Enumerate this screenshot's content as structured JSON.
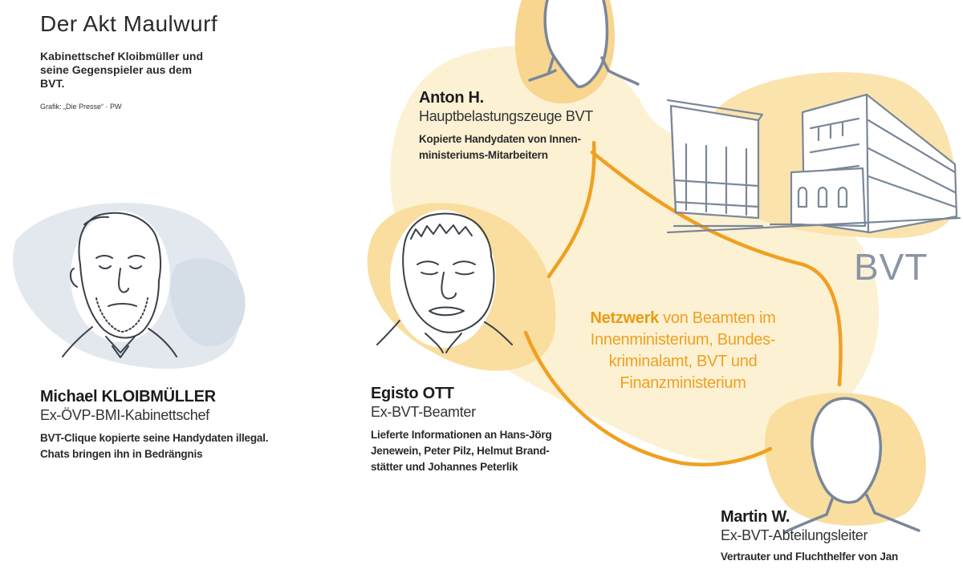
{
  "header": {
    "title": "Der Akt Maulwurf",
    "subtitle": "Kabinettschef Kloibmüller und seine Gegenspieler aus dem BVT.",
    "credit": "Grafik: „Die Presse“ · PW"
  },
  "people": [
    {
      "name": "Michael KLOIBMÜLLER",
      "role": "Ex-ÖVP-BMI-Kabinettschef",
      "description": [
        "BVT-Clique kopierte seine Handydaten illegal.",
        "Chats bringen ihn in Bedrängnis"
      ]
    },
    {
      "name": "Anton H.",
      "role": "Hauptbelastungszeuge BVT",
      "description": [
        "Kopierte Handydaten von Innen-",
        "ministeriums-Mitarbeitern"
      ]
    },
    {
      "name": "Egisto OTT",
      "role": "Ex-BVT-Beamter",
      "description": [
        "Lieferte Informationen an Hans-Jörg",
        "Jenewein, Peter Pilz, Helmut Brand-",
        "stätter und Johannes Peterlik"
      ]
    },
    {
      "name": "Martin W.",
      "role": "Ex-BVT-Abteilungsleiter",
      "description": [
        "Vertrauter und Fluchthelfer von Jan"
      ]
    }
  ],
  "network": {
    "highlight": "Netzwerk",
    "lines": [
      " von Beamten im",
      "Innenministerium, Bundes-",
      "kriminalamt, BVT und",
      "Finanzministerium"
    ]
  },
  "building_label": "BVT",
  "colors": {
    "accent": "#f0a020",
    "blob_light": "#fdf0cf",
    "blob_mid": "#f9dea0",
    "grey_blob": "#e3e8ee",
    "sketch": "#7a8799"
  },
  "icons": [
    "portrait-kloibmueller",
    "portrait-anton-h",
    "portrait-egisto-ott",
    "portrait-martin-w",
    "bvt-building"
  ]
}
